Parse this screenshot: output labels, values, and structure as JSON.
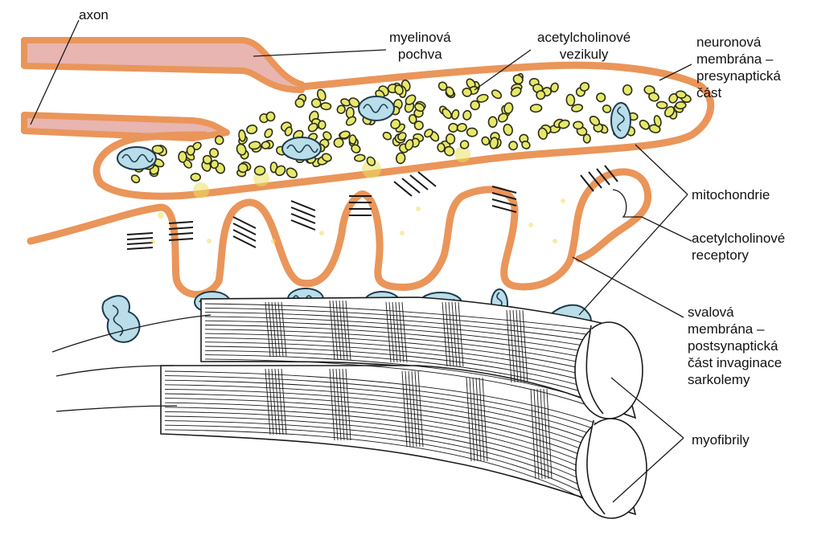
{
  "labels": {
    "axon": "axon",
    "myelin_1": "myelinová",
    "myelin_2": "pochva",
    "vesicles_1": "acetylcholinové",
    "vesicles_2": "vezikuly",
    "neuron_1": "neuronová",
    "neuron_2": "membrána –",
    "neuron_3": "presynaptická",
    "neuron_4": "část",
    "mito": "mitochondrie",
    "receptors_1": "acetylcholinové",
    "receptors_2": "receptory",
    "muscle_1": "svalová",
    "muscle_2": "membrána –",
    "muscle_3": "postsynaptická",
    "muscle_4": "část invaginace",
    "muscle_5": "sarkolemy",
    "myofibrils": "myofibrily"
  },
  "colors": {
    "membrane": "#ea955a",
    "myelin_fill": "#e8b5b0",
    "vesicle_fill": "#e6e86a",
    "mitochondria_fill": "#b9dde9"
  }
}
